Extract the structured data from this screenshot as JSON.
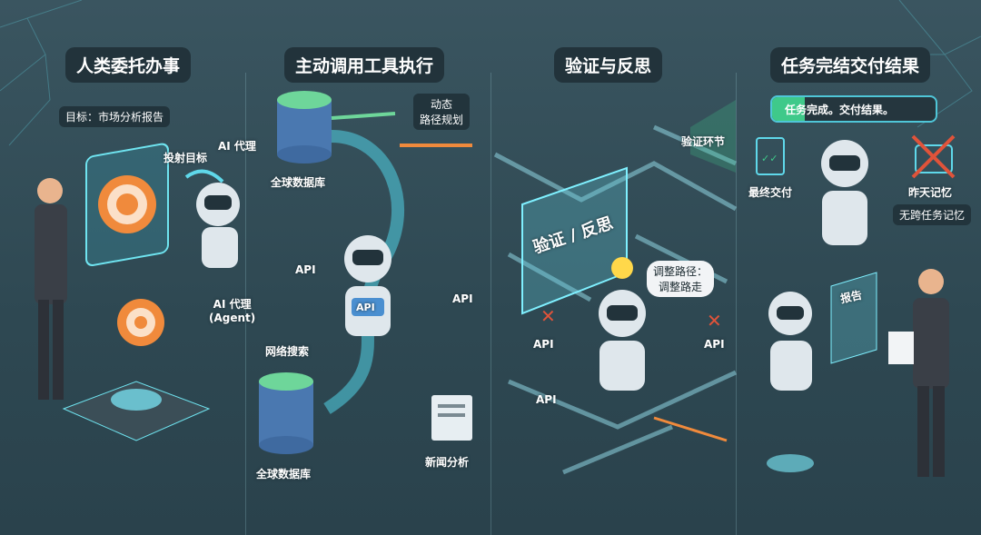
{
  "panels": [
    {
      "title": "人类委托办事",
      "goal_tag": "目标：市场分析报告",
      "project_label": "投射目标",
      "agent_top_label": "AI 代理",
      "agent_label_line1": "AI 代理",
      "agent_label_line2": "(Agent)"
    },
    {
      "title": "主动调用工具执行",
      "database_top": "全球数据库",
      "database_bottom": "全球数据库",
      "route_tag_line1": "动态",
      "route_tag_line2": "路径规划",
      "api_left": "API",
      "api_right": "API",
      "api_chest": "API",
      "web_search": "网络搜索",
      "news_analysis": "新闻分析"
    },
    {
      "title": "验证与反思",
      "verify_stage": "验证环节",
      "panel_sign": "验证 / 反思",
      "bubble_line1": "调整路径：",
      "bubble_line2": "调整路走",
      "api_left": "API",
      "api_right": "API",
      "api_bottom": "API"
    },
    {
      "title": "任务完结交付结果",
      "progress_text": "任务完成。交付结果。",
      "progress_fraction": 0.2,
      "final_delivery": "最终交付",
      "yesterday_memory": "昨天记忆",
      "no_cross_task_memory": "无跨任务记忆",
      "report": "报告"
    }
  ],
  "colors": {
    "accent": "#4fc6d8",
    "orange": "#f08a3c",
    "green": "#3fc98a",
    "red": "#e0533a"
  }
}
